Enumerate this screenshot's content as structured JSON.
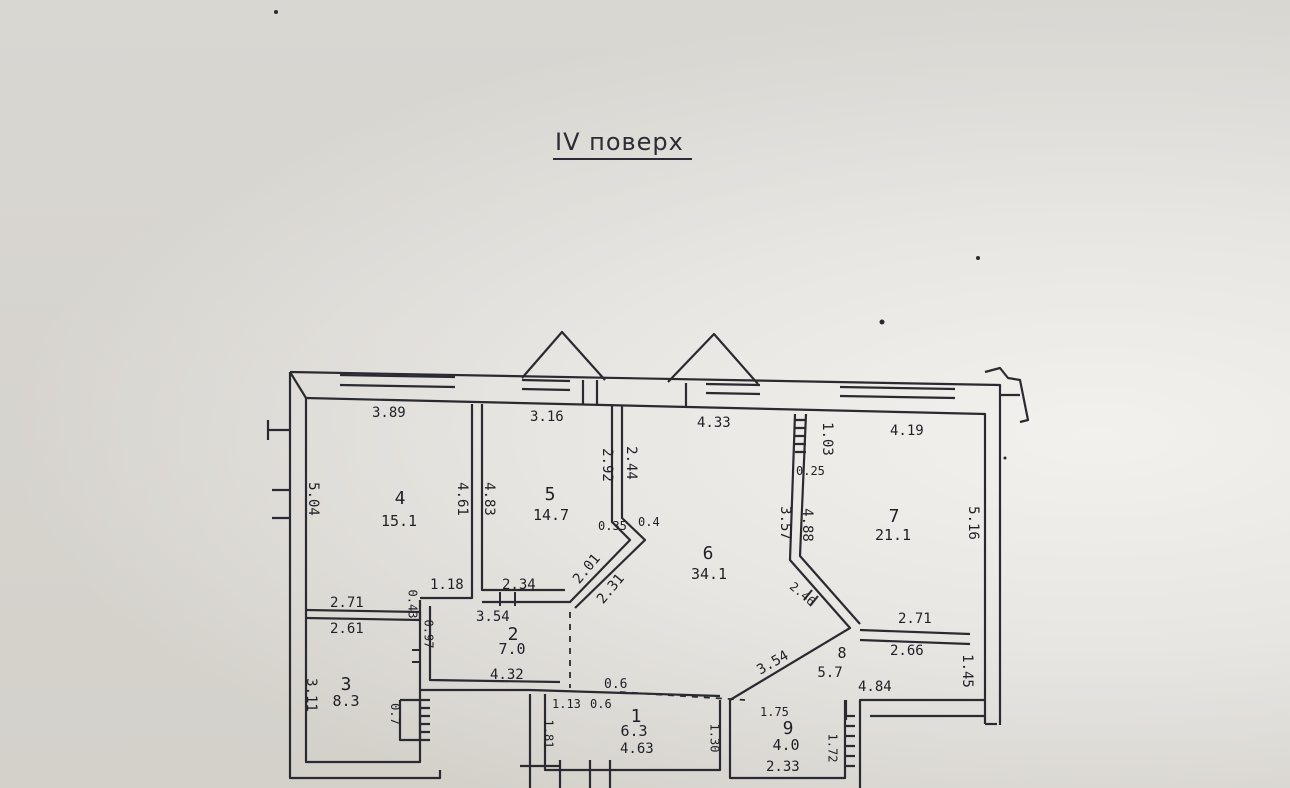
{
  "title": "IV поверх",
  "rooms": [
    {
      "num": "4",
      "area": "15.1"
    },
    {
      "num": "5",
      "area": "14.7"
    },
    {
      "num": "6",
      "area": "34.1"
    },
    {
      "num": "7",
      "area": "21.1"
    },
    {
      "num": "2",
      "area": "7.0"
    },
    {
      "num": "3",
      "area": "8.3"
    },
    {
      "num": "1",
      "area": "6.3"
    },
    {
      "num": "8",
      "area": "5.7"
    },
    {
      "num": "9",
      "area": "4.0"
    }
  ],
  "dimensions": {
    "d389": "3.89",
    "d316": "3.16",
    "d433": "4.33",
    "d419": "4.19",
    "d504": "5.04",
    "d461": "4.61",
    "d483": "4.83",
    "d292": "2.92",
    "d244": "2.44",
    "d357": "3.57",
    "d488": "4.88",
    "d103": "1.03",
    "d025": "0.25",
    "d516": "5.16",
    "d035": "0.35",
    "d04": "0.4",
    "d201": "2.01",
    "d231": "2.31",
    "d271a": "2.71",
    "d261": "2.61",
    "d043": "0.43",
    "d118": "1.18",
    "d234": "2.34",
    "d354a": "3.54",
    "d097": "0.97",
    "d432": "4.32",
    "d06a": "0.6",
    "d06b": "0.6",
    "d113": "1.13",
    "d181": "1.81",
    "d463": "4.63",
    "d130": "1.30",
    "d175": "1.75",
    "d354b": "3.54",
    "d246": "2.46",
    "d271b": "2.71",
    "d266": "2.66",
    "d484": "4.84",
    "d145": "1.45",
    "d311": "3.11",
    "d07": "0.7",
    "d233": "2.33",
    "d172": "1.72"
  }
}
